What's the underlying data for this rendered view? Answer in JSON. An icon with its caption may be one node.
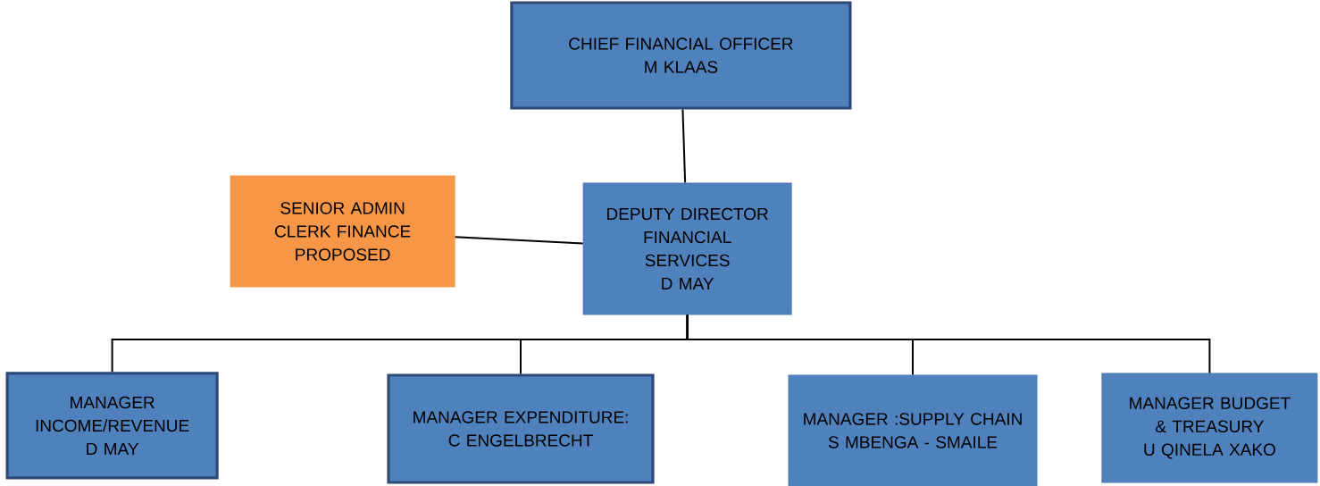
{
  "diagram": {
    "nodes": [
      {
        "text": [
          "CHIEF FINANCIAL OFFICER",
          "M KLAAS"
        ]
      },
      {
        "text": [
          "SENIOR ADMIN CLERK FINANCE PROPOSED"
        ]
      },
      {
        "text": [
          "DEPUTY DIRECTOR FINANCIAL SERVICES",
          "D MAY"
        ]
      },
      {
        "text": [
          "MANAGER INCOME/REVENUE",
          "D MAY"
        ]
      },
      {
        "text": [
          "MANAGER EXPENDITURE:",
          "C ENGELBRECHT"
        ]
      },
      {
        "text": [
          "MANAGER :SUPPLY CHAIN",
          "S MBENGA - SMAILE"
        ]
      },
      {
        "text": [
          "MANAGER BUDGET & TREASURY",
          "U QINELA XAKO"
        ]
      }
    ],
    "edges": [
      {
        "from": 0,
        "to": 2,
        "arrow": "none"
      },
      {
        "from": 2,
        "to": 1,
        "arrow": "none"
      },
      {
        "from": 2,
        "to": 3,
        "arrow": "none"
      },
      {
        "from": 2,
        "to": 4,
        "arrow": "none"
      },
      {
        "from": 2,
        "to": 5,
        "arrow": "none"
      },
      {
        "from": 2,
        "to": 6,
        "arrow": "none"
      }
    ]
  }
}
